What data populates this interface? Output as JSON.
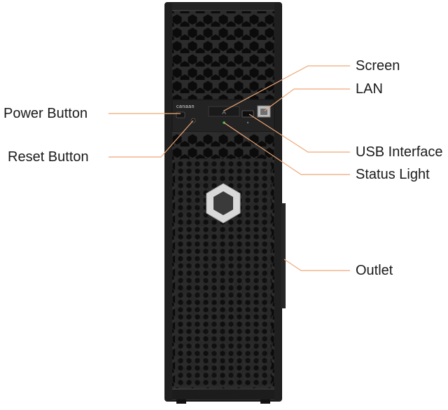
{
  "labels": {
    "power_button": "Power Button",
    "reset_button": "Reset Button",
    "screen": "Screen",
    "lan": "LAN",
    "usb_interface": "USB Interface",
    "status_light": "Status Light",
    "outlet": "Outlet"
  },
  "device": {
    "brand": "canaan",
    "screen_glyph": "A"
  },
  "colors": {
    "leader_line": "#f0a878",
    "chassis": "#2a2a2a",
    "chassis_edge": "#141414",
    "mesh_hole": "#0c0c0c",
    "status_led": "#35c24a",
    "logo": "#d9d9d9"
  }
}
